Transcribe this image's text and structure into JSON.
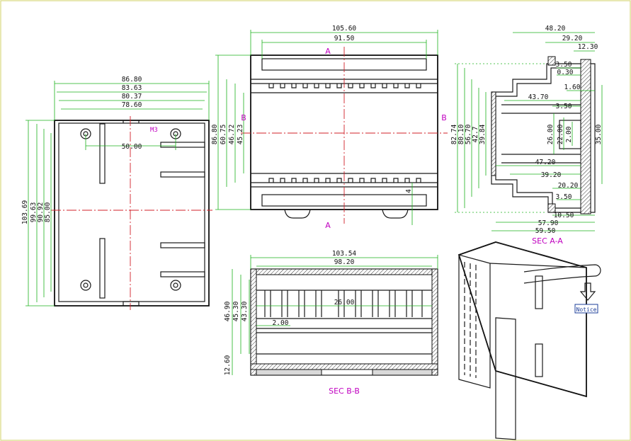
{
  "dims": {
    "front_w1": "86.80",
    "front_w2": "83.63",
    "front_w3": "80.37",
    "front_w4": "78.60",
    "front_h1": "103.69",
    "front_h2": "99.63",
    "front_h3": "90.92",
    "front_h4": "85.00",
    "hole_spacing": "50.00",
    "hole_label": "M3",
    "top_w1": "105.60",
    "top_w2": "91.50",
    "top_h1": "86.80",
    "top_h2": "60.75",
    "top_h3": "46.72",
    "top_h4": "45.23",
    "top_small": "4",
    "bot_w1": "103.54",
    "bot_w2": "98.20",
    "bot_h1": "46.90",
    "bot_h2": "45.30",
    "bot_h3": "43.30",
    "bot_inner": "2.00",
    "bot_center": "26.00",
    "bot_low": "12.60",
    "sec_w1": "48.20",
    "sec_w2": "29.20",
    "sec_w3": "12.30",
    "sec_a": "3.50",
    "sec_b": "0.30",
    "sec_c": "1.60",
    "sec_d": "43.70",
    "sec_e": "3.50",
    "sec_f": "26.00",
    "sec_g": "22.00",
    "sec_h": "2.00",
    "sec_i": "35.00",
    "sec_j": "47.20",
    "sec_k": "39.20",
    "sec_l": "20.20",
    "sec_m": "3.50",
    "sec_n": "10.50",
    "sec_o": "57.90",
    "sec_p": "59.50",
    "sec_v1": "82.74",
    "sec_v2": "80.10",
    "sec_v3": "56.70",
    "sec_v4": "42.7",
    "sec_v5": "39.84"
  },
  "labels": {
    "sec_a_a": "SEC A-A",
    "sec_b_b": "SEC B-B",
    "marker_a": "A",
    "marker_b": "B",
    "notice": "Notice"
  }
}
